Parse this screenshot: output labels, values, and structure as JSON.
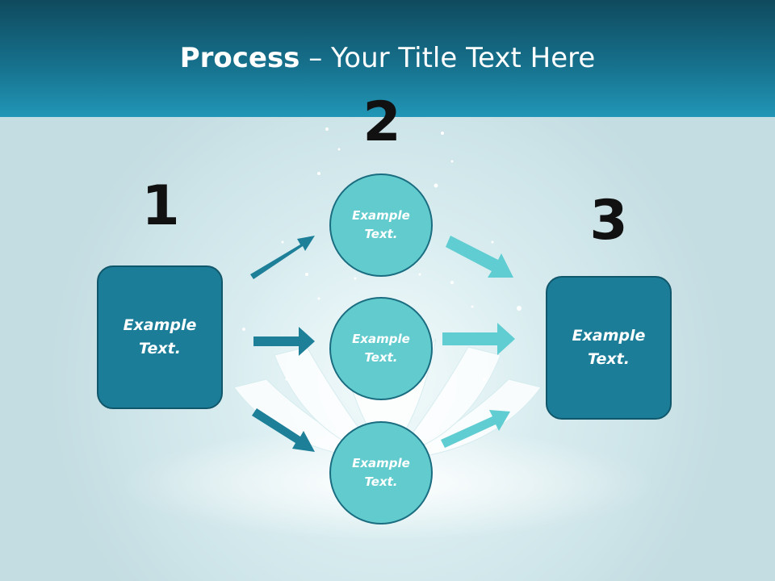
{
  "title": {
    "bold": "Process",
    "rest": " – Your Title Text Here"
  },
  "steps": [
    {
      "number": "1",
      "text": "Example\nText."
    },
    {
      "number": "2",
      "text": ""
    },
    {
      "number": "3",
      "text": "Example\nText."
    }
  ],
  "circles": [
    {
      "text": "Example\nText."
    },
    {
      "text": "Example\nText."
    },
    {
      "text": "Example\nText."
    }
  ],
  "colors": {
    "banner": "#16708c",
    "box": "#1b7d98",
    "circle": "#62cbcd",
    "arrow_dark": "#1d7f98",
    "arrow_light": "#5fcdd1"
  }
}
